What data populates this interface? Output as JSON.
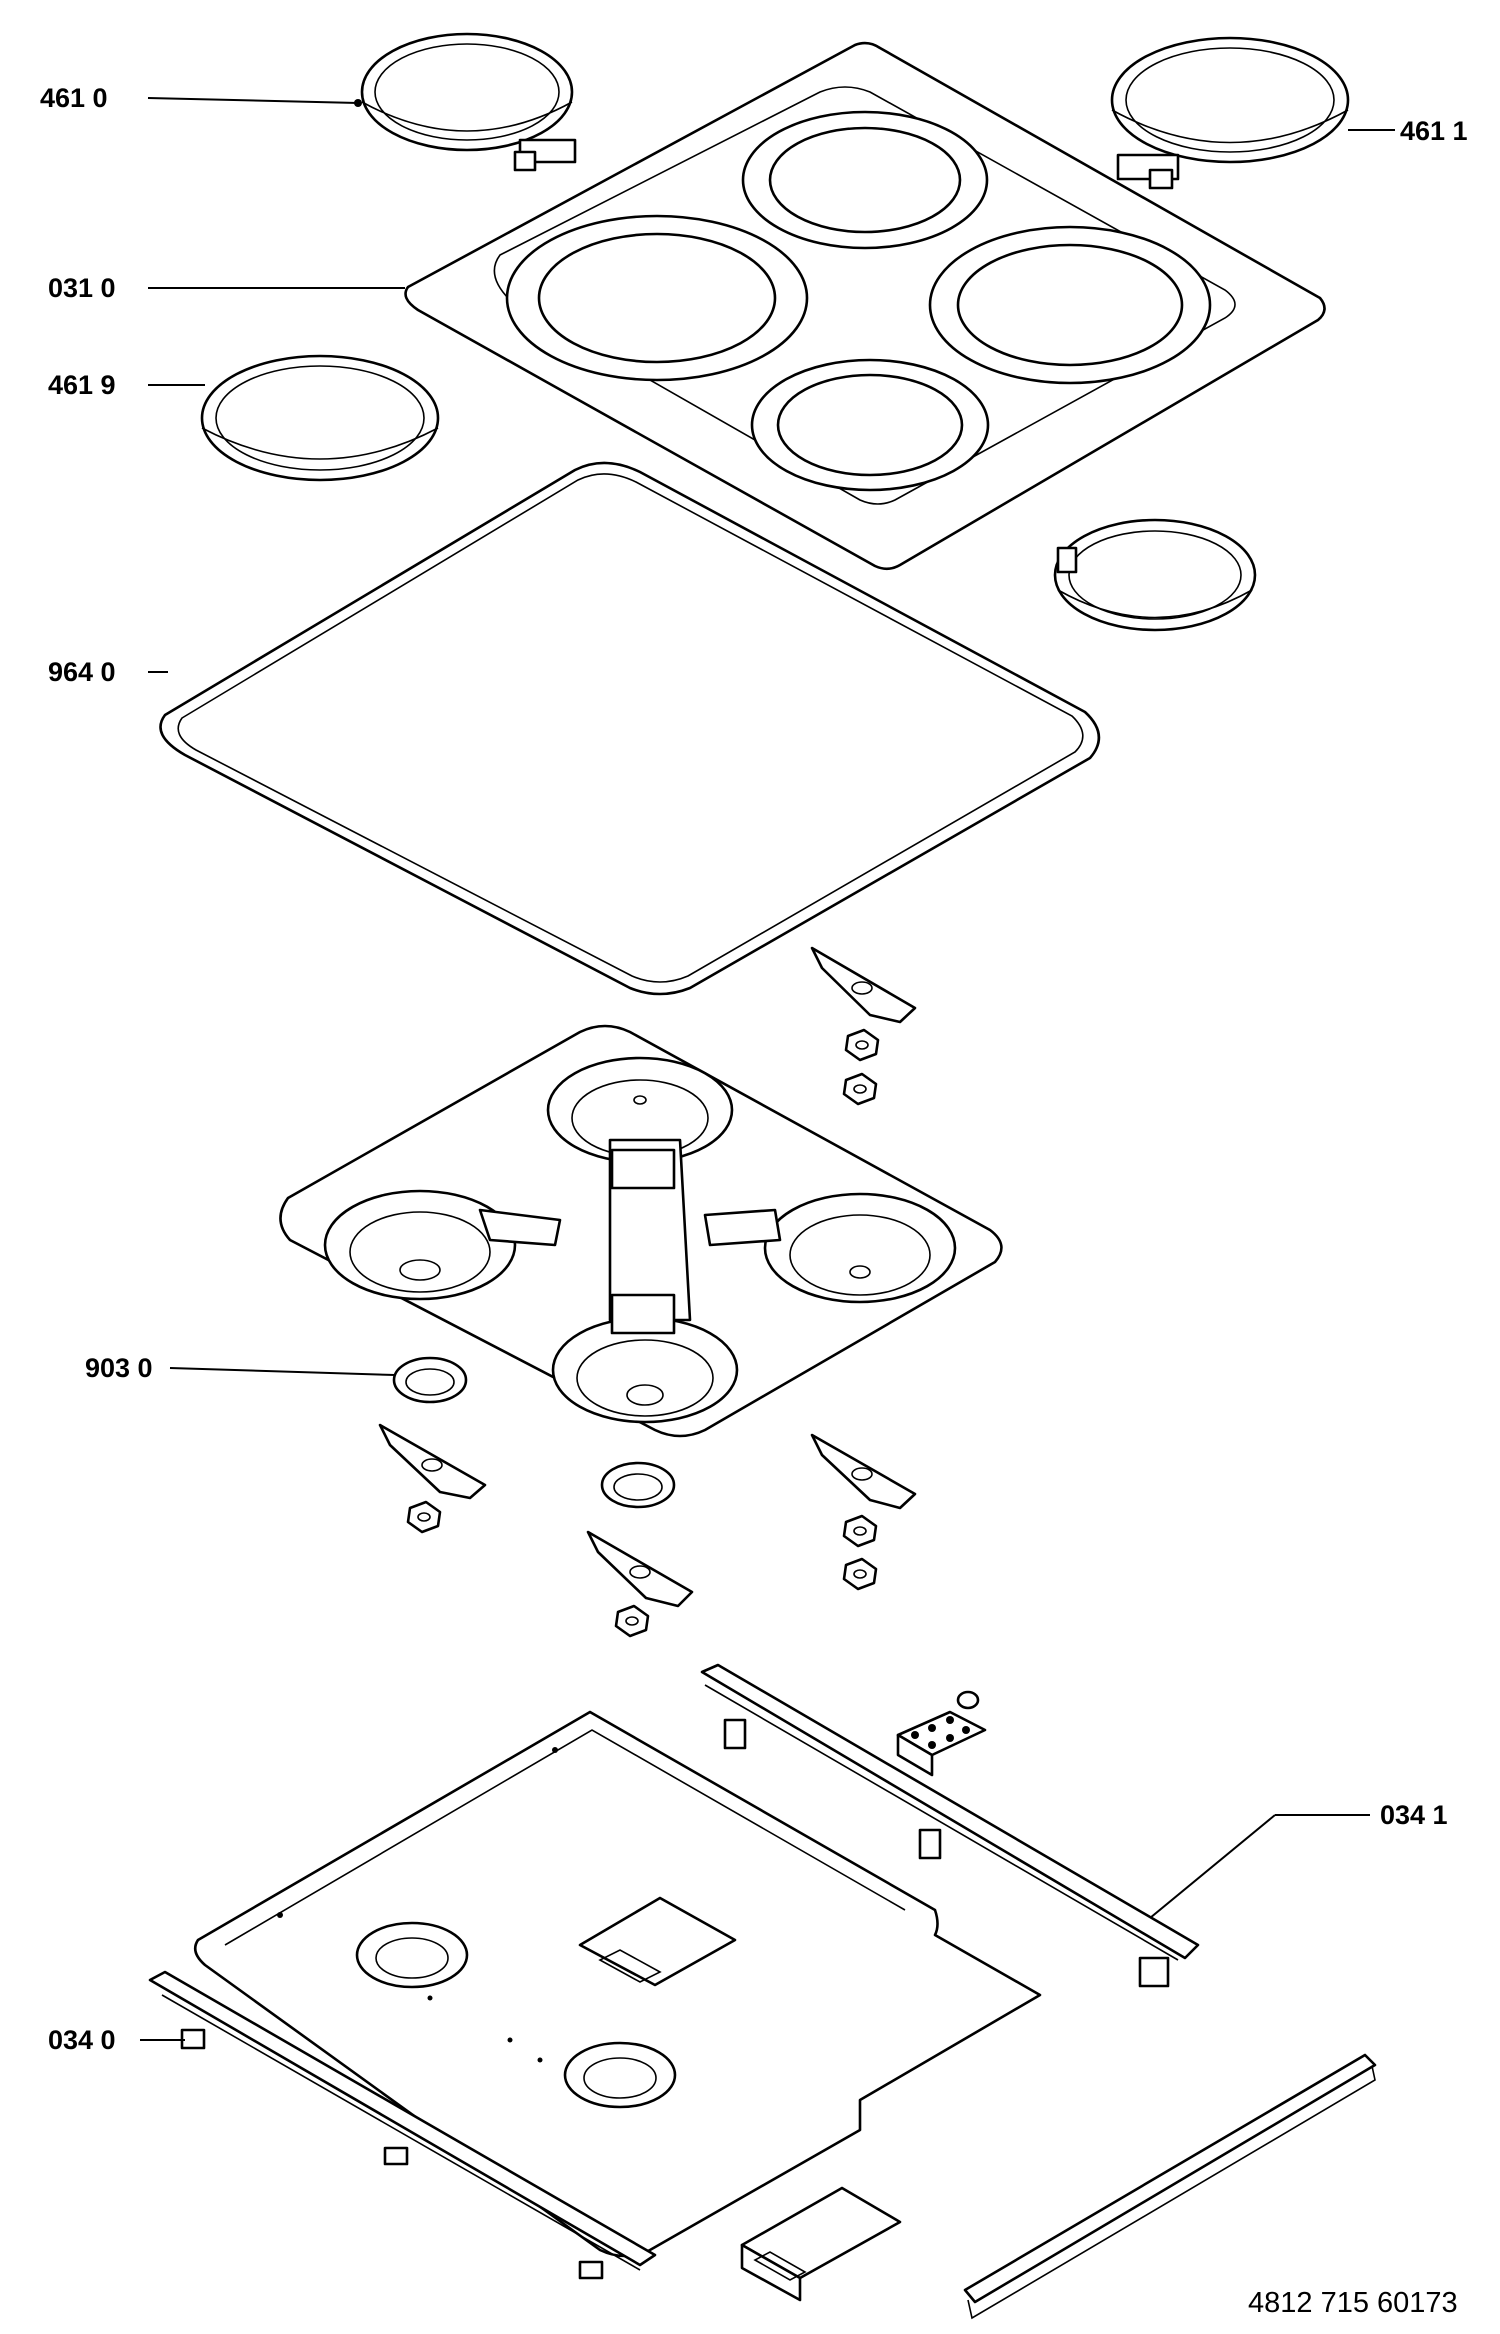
{
  "labels": {
    "p4610": "461 0",
    "p4611": "461 1",
    "p0310": "031 0",
    "p4619": "461 9",
    "p9640": "964 0",
    "p9030": "903 0",
    "p0341": "034 1",
    "p0340": "034 0"
  },
  "document_number": "4812 715 60173",
  "colors": {
    "line": "#000000",
    "background": "#ffffff"
  }
}
